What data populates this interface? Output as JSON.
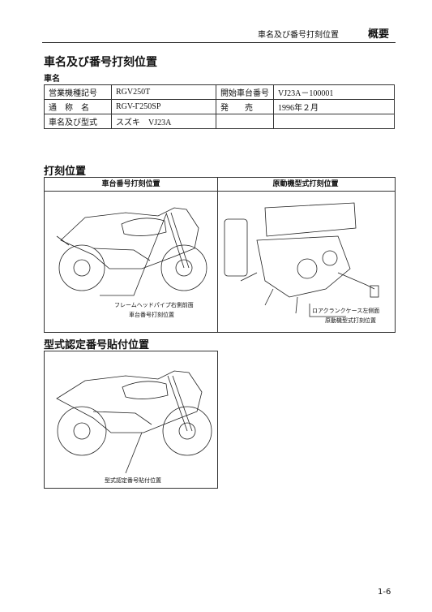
{
  "header": {
    "section_title": "車名及び番号打刻位置",
    "chapter": "概要"
  },
  "title": "車名及び番号打刻位置",
  "subtitle": "車名",
  "spec_table": [
    [
      "営業機種記号",
      "RGV250T",
      "開始車台番号",
      "VJ23A－100001"
    ],
    [
      "通　称　名",
      "RGV-Γ250SP",
      "発　　売",
      "1996年２月"
    ],
    [
      "車名及び型式",
      "スズキ　VJ23A",
      "",
      ""
    ]
  ],
  "stamp_section": {
    "title": "打刻位置",
    "left_heading": "車台番号打刻位置",
    "right_heading": "原動機型式打刻位置",
    "left_callout_1": "フレームヘッドパイプ右側前面",
    "left_callout_2": "車台番号打刻位置",
    "right_callout_1": "ロアクランクケース左側面",
    "right_callout_2": "原動機型式打刻位置"
  },
  "cert_section": {
    "title": "型式認定番号貼付位置",
    "callout": "型式認定番号貼付位置"
  },
  "page_number": "1-6"
}
